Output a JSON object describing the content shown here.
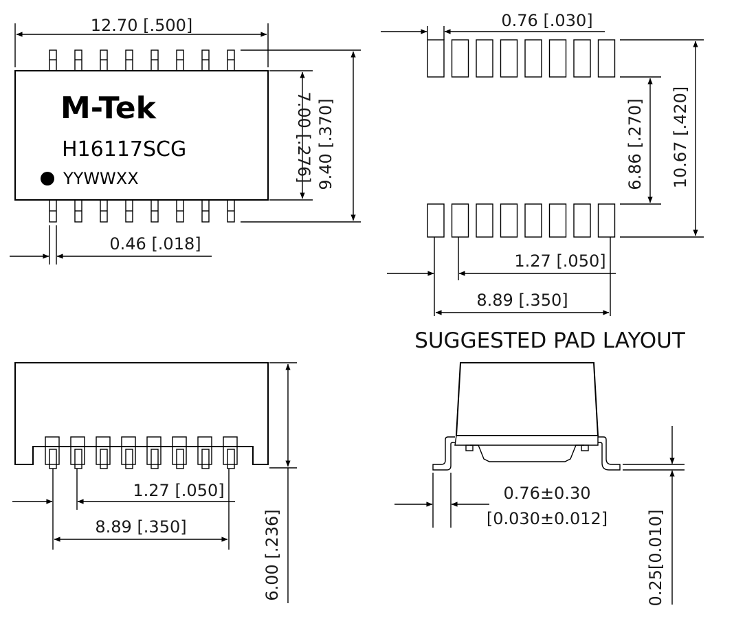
{
  "top_view": {
    "brand": "M-Tek",
    "part_number": "H16117SCG",
    "date_code": "YYWWXX",
    "dim_width": "12.70 [.500]",
    "dim_body_height": "7.00 [.276]",
    "dim_total_height": "9.40 [.370]",
    "dim_lead_width": "0.46 [.018]"
  },
  "pad_layout": {
    "title": "SUGGESTED PAD LAYOUT",
    "dim_pad_width": "0.76 [.030]",
    "dim_inner_gap": "6.86 [.270]",
    "dim_outer_span": "10.67 [.420]",
    "dim_pitch": "1.27 [.050]",
    "dim_span": "8.89 [.350]"
  },
  "side_view": {
    "dim_pitch": "1.27 [.050]",
    "dim_span": "8.89 [.350]",
    "dim_height": "6.00 [.236]"
  },
  "end_view": {
    "dim_foot": "0.76±0.30",
    "dim_foot_inch": "[0.030±0.012]",
    "dim_standoff": "0.25[0.010]"
  }
}
